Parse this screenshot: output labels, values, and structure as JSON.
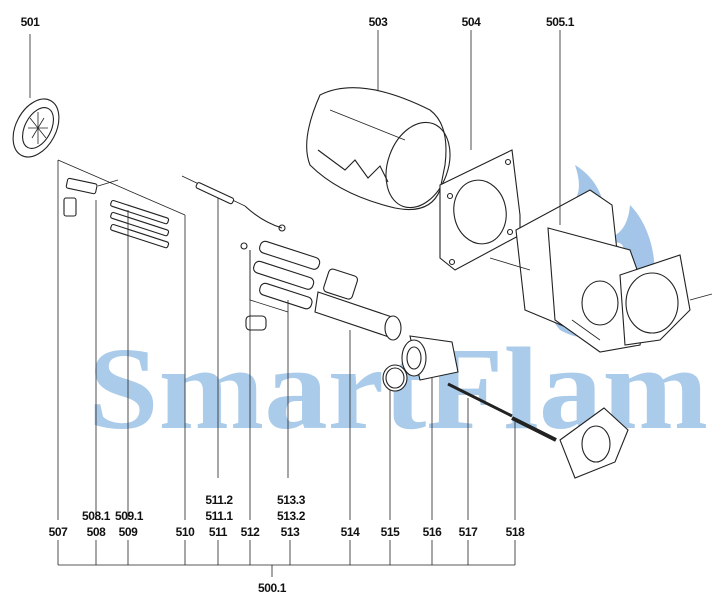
{
  "watermark": "SmartFlam",
  "callouts": {
    "p501": "501",
    "p503": "503",
    "p504": "504",
    "p505_1": "505.1",
    "p507": "507",
    "p508_1": "508.1",
    "p508": "508",
    "p509_1": "509.1",
    "p509": "509",
    "p510": "510",
    "p511_2": "511.2",
    "p511_1": "511.1",
    "p511": "511",
    "p512": "512",
    "p513_3": "513.3",
    "p513_2": "513.2",
    "p513": "513",
    "p514": "514",
    "p515": "515",
    "p516": "516",
    "p517": "517",
    "p518": "518",
    "p500_1": "500.1"
  }
}
